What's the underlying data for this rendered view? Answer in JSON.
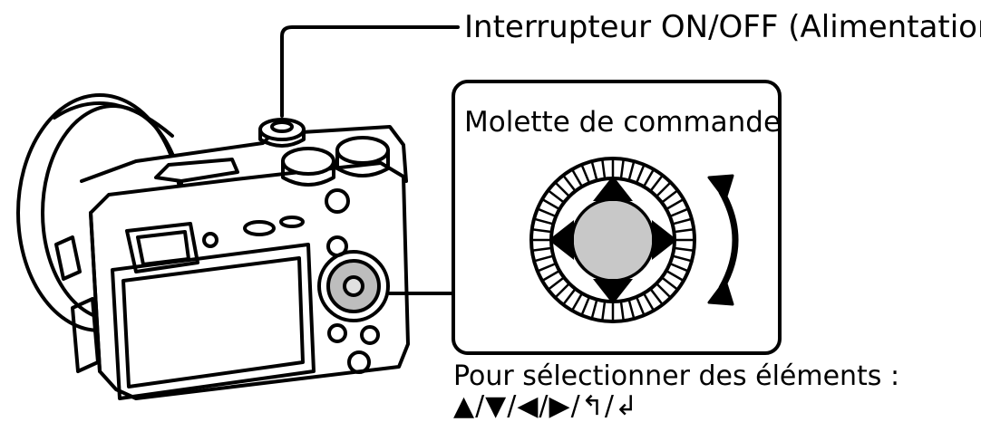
{
  "callouts": {
    "power_switch": "Interrupteur ON/OFF (Alimentation)",
    "control_dial_title": "Molette de commande",
    "caption_line1": "Pour sélectionner des éléments :",
    "caption_line2": "▲/▼/◀/▶/↰/↲"
  },
  "colors": {
    "outline": "#000000",
    "dial_center_fill": "#c8c8c8",
    "camera_button_fill": "#bdbdbd",
    "background": "#ffffff"
  }
}
